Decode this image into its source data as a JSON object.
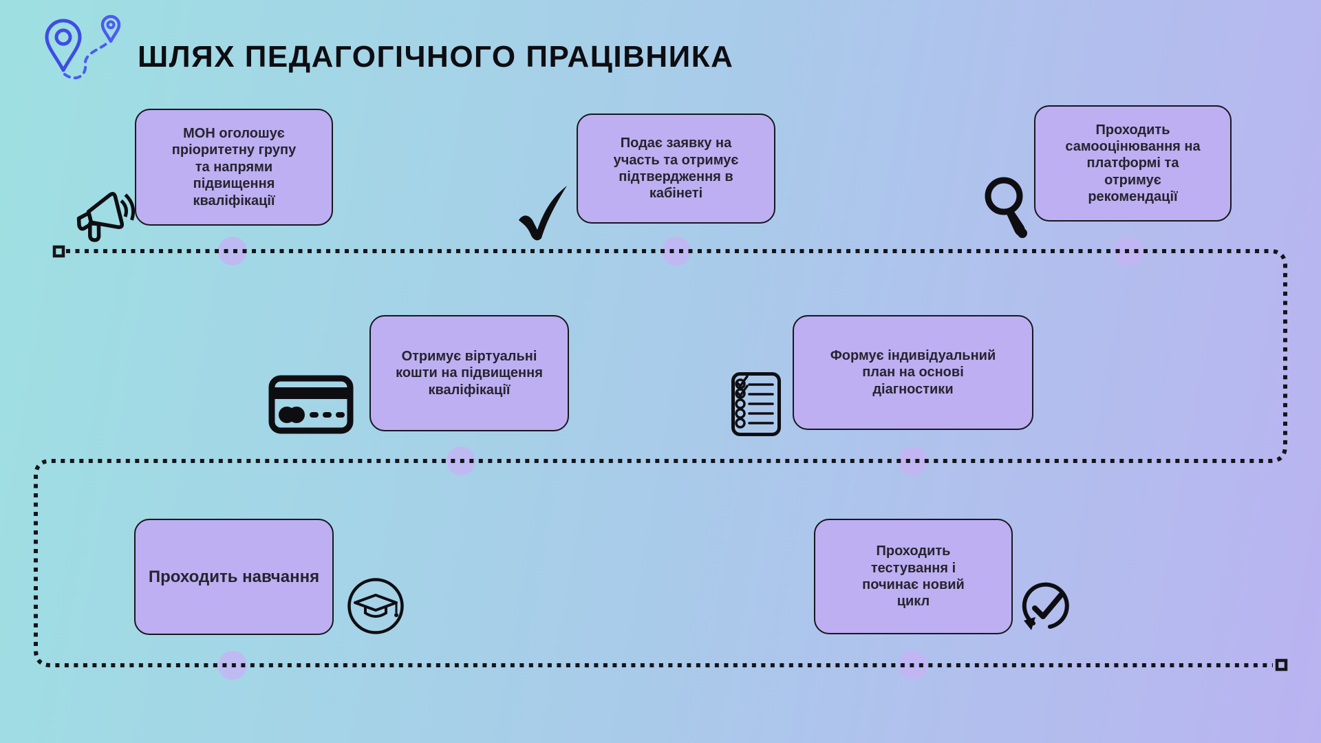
{
  "page": {
    "title": "ШЛЯХ ПЕДАГОГІЧНОГО ПРАЦІВНИКА"
  },
  "colors": {
    "bg_left": "#9EE0E2",
    "bg_right": "#BAB3F1",
    "card_fill": "#BDAFF2",
    "card_border": "#17171D",
    "card_text": "#26242E",
    "route_line": "#15151A",
    "route_node": "#C6B3F4",
    "logo_blue": "#3F4CE5"
  },
  "steps": [
    {
      "label": "МОН оголошує\nпріоритетну групу\nта напрями\nпідвищення\nкваліфікації",
      "icon": "megaphone-icon"
    },
    {
      "label": "Подає заявку на\nучасть та отримує\nпідтвердження в\nкабінеті",
      "icon": "checkmark-icon"
    },
    {
      "label": "Проходить\nсамооцінювання на\nплатформі та\nотримує\nрекомендації",
      "icon": "magnifier-icon"
    },
    {
      "label": "Отримує віртуальні\nкошти на підвищення\nкваліфікації",
      "icon": "credit-card-icon"
    },
    {
      "label": "Формує індивідуальний\nплан на основі\nдіагностики",
      "icon": "checklist-icon"
    },
    {
      "label": "Проходить навчання",
      "icon": "graduation-cap-icon"
    },
    {
      "label": "Проходить\nтестування і\nпочинає новий\nцикл",
      "icon": "cycle-check-icon"
    }
  ]
}
